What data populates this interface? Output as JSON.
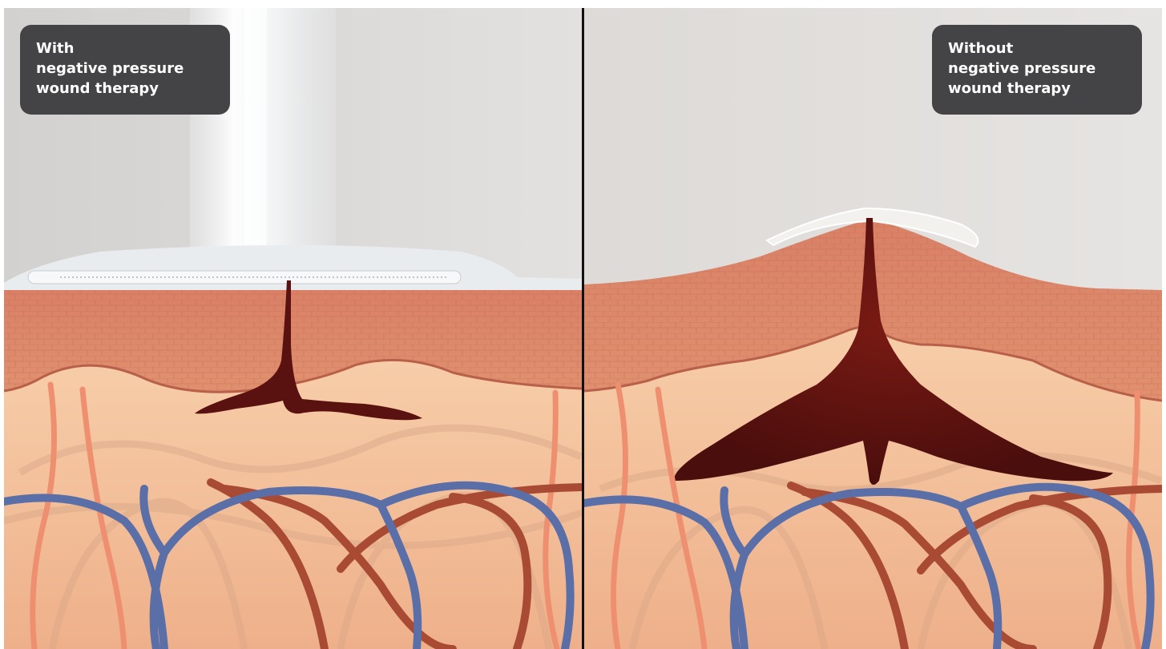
{
  "labels": {
    "left": {
      "lines": [
        "With",
        "negative pressure",
        "wound therapy"
      ]
    },
    "right": {
      "lines": [
        "Without",
        "negative pressure",
        "wound therapy"
      ]
    }
  },
  "colors": {
    "background": "#dedbd8",
    "skin_surface": "#d98468",
    "subcutaneous": "#f3c09c",
    "wound_blood": "#5a1210",
    "vein": "#5a6ea8",
    "artery": "#a84a34",
    "nerve": "#ee9070",
    "dressing": "#e8ecee",
    "label_background": "#444446",
    "label_text": "#ffffff"
  }
}
